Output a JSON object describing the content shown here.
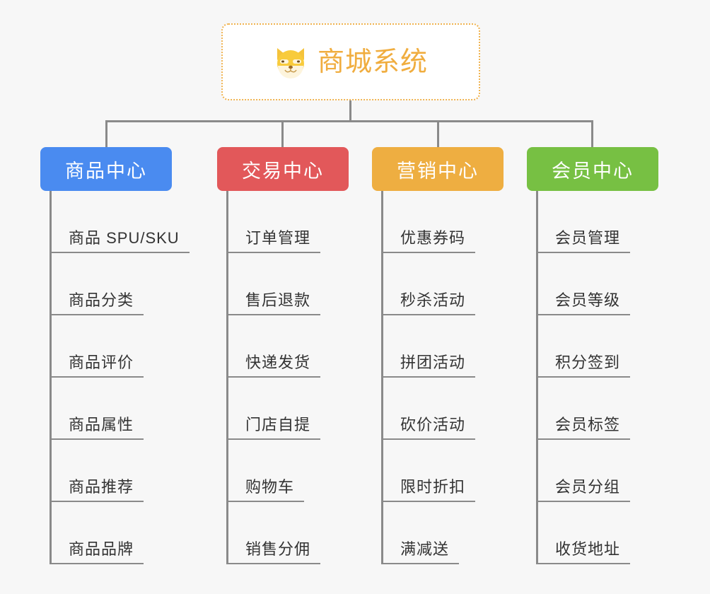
{
  "page": {
    "background_color": "#f7f7f7",
    "type": "mindmap"
  },
  "root": {
    "title": "商城系统",
    "icon": "shiba-dog-face-icon",
    "border_color": "#f0b350",
    "text_color": "#f0ad3f",
    "background_color": "#ffffff"
  },
  "branches": [
    {
      "label": "商品中心",
      "color": "#4a8bf0",
      "items": [
        "商品 SPU/SKU",
        "商品分类",
        "商品评价",
        "商品属性",
        "商品推荐",
        "商品品牌"
      ]
    },
    {
      "label": "交易中心",
      "color": "#e2585a",
      "items": [
        "订单管理",
        "售后退款",
        "快递发货",
        "门店自提",
        "购物车",
        "销售分佣"
      ]
    },
    {
      "label": "营销中心",
      "color": "#eeae41",
      "items": [
        "优惠券码",
        "秒杀活动",
        "拼团活动",
        "砍价活动",
        "限时折扣",
        "满减送"
      ]
    },
    {
      "label": "会员中心",
      "color": "#77c043",
      "items": [
        "会员管理",
        "会员等级",
        "积分签到",
        "会员标签",
        "会员分组",
        "收货地址"
      ]
    }
  ],
  "connector": {
    "color": "#8a8a8a"
  }
}
